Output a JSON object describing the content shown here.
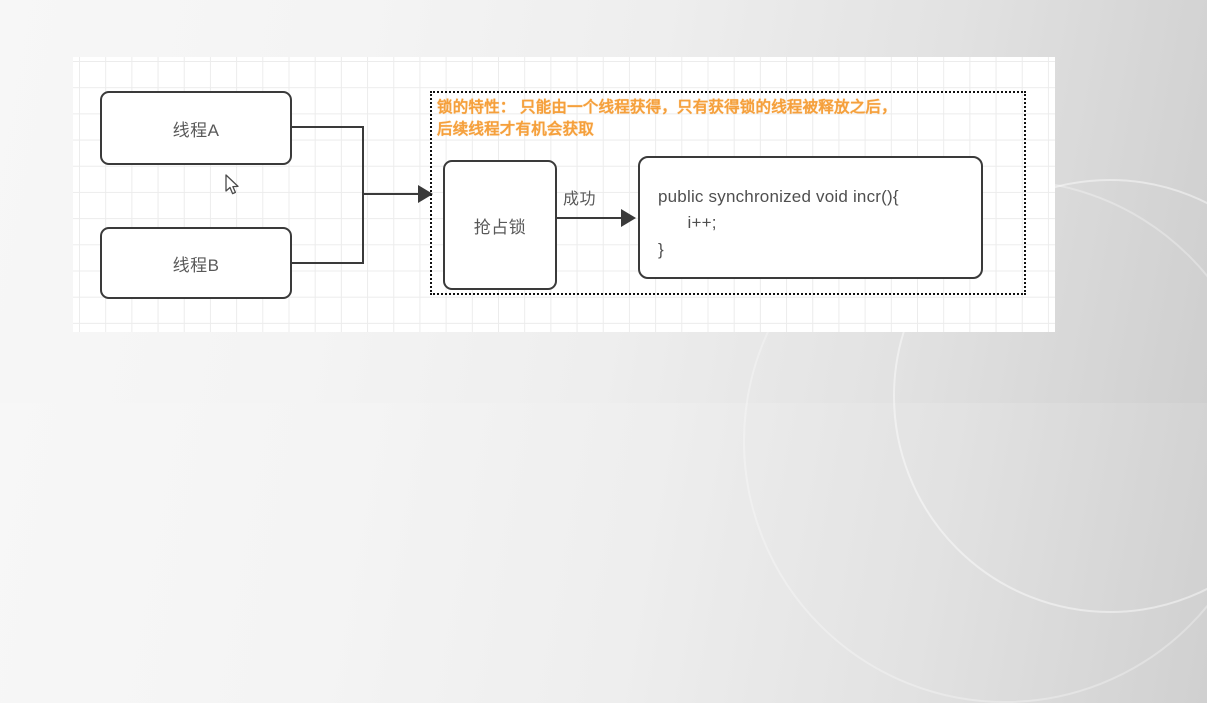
{
  "slide": {
    "background_gradient_from": "#f7f7f7",
    "background_gradient_to": "#cfcfcf"
  },
  "diagram": {
    "canvas_background": "#ffffff",
    "grid_color": "#ececec",
    "node_border_color": "#3a3a3a",
    "node_text_color": "#595959",
    "nodes": [
      {
        "id": "thread-a",
        "label": "线程A"
      },
      {
        "id": "thread-b",
        "label": "线程B"
      },
      {
        "id": "acquire-lock",
        "label": "抢占锁"
      }
    ],
    "code_block": {
      "label": "public synchronized void incr(){\n      i++;\n}"
    },
    "edges": [
      {
        "id": "merge-arrow",
        "label": ""
      },
      {
        "id": "success-arrow",
        "label": "成功"
      }
    ],
    "note": {
      "color": "#f5a03c",
      "line1": "锁的特性： 只能由一个线程获得，只有获得锁的线程被释放之后，",
      "line2": "后续线程才有机会获取"
    },
    "group_box": {
      "border_style": "dotted",
      "border_color": "#111111"
    }
  },
  "pointer": {
    "icon": "mouse-cursor-arrow"
  }
}
